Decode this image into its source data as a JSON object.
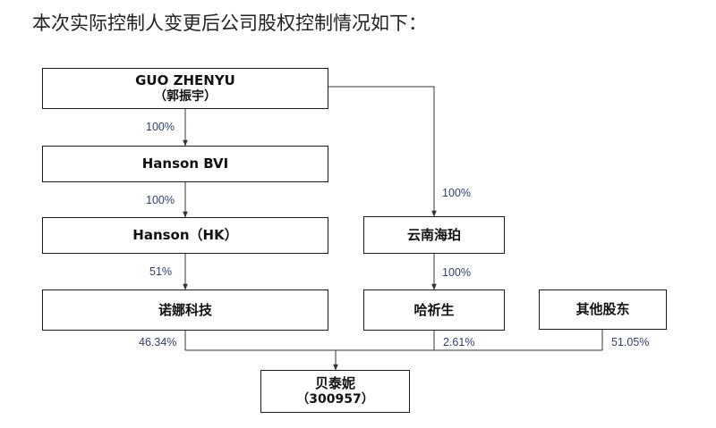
{
  "heading": "本次实际控制人变更后公司股权控制情况如下：",
  "nodes": {
    "guo": {
      "name": "GUO ZHENYU",
      "sub": "（郭振宇）"
    },
    "hanson_bvi": {
      "name": "Hanson BVI"
    },
    "hanson_hk": {
      "name": "Hanson（HK）"
    },
    "nuona": {
      "name": "诺娜科技"
    },
    "yunnan": {
      "name": "云南海珀"
    },
    "haxisheng": {
      "name": "哈祈生"
    },
    "others": {
      "name": "其他股东"
    },
    "beitaini": {
      "name": "贝泰妮",
      "sub": "（300957）"
    }
  },
  "edges": {
    "guo_to_bvi": "100%",
    "bvi_to_hk": "100%",
    "hk_to_nuona": "51%",
    "guo_to_yunnan": "100%",
    "yunnan_to_haxisheng": "100%",
    "nuona_to_beitaini": "46.34%",
    "haxisheng_to_beitaini": "2.61%",
    "others_to_beitaini": "51.05%"
  },
  "colors": {
    "border": "#1a1a1a",
    "line": "#333333",
    "percent": "#2e3f6e"
  }
}
